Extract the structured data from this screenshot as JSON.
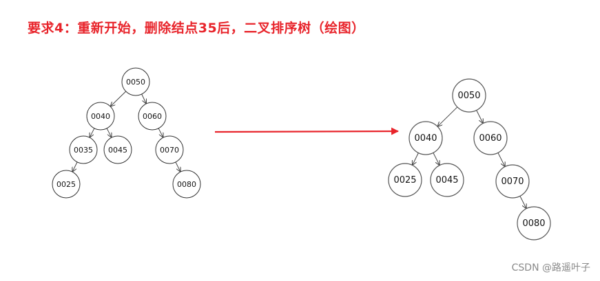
{
  "heading": "要求4：重新开始，删除结点35后，二叉排序树（绘图）",
  "watermark": "CSDN @路遥叶子",
  "colors": {
    "heading": "#e8242b",
    "arrow": "#e8242b",
    "node_stroke": "#333333"
  },
  "before_tree": {
    "nodes": [
      {
        "id": "b50",
        "label": "0050"
      },
      {
        "id": "b40",
        "label": "0040"
      },
      {
        "id": "b60",
        "label": "0060"
      },
      {
        "id": "b35",
        "label": "0035"
      },
      {
        "id": "b45",
        "label": "0045"
      },
      {
        "id": "b70",
        "label": "0070"
      },
      {
        "id": "b25",
        "label": "0025"
      },
      {
        "id": "b80",
        "label": "0080"
      }
    ],
    "edges": [
      [
        "b50",
        "b40"
      ],
      [
        "b50",
        "b60"
      ],
      [
        "b40",
        "b35"
      ],
      [
        "b40",
        "b45"
      ],
      [
        "b60",
        "b70"
      ],
      [
        "b35",
        "b25"
      ],
      [
        "b70",
        "b80"
      ]
    ]
  },
  "after_tree": {
    "nodes": [
      {
        "id": "a50",
        "label": "0050"
      },
      {
        "id": "a40",
        "label": "0040"
      },
      {
        "id": "a60",
        "label": "0060"
      },
      {
        "id": "a25",
        "label": "0025"
      },
      {
        "id": "a45",
        "label": "0045"
      },
      {
        "id": "a70",
        "label": "0070"
      },
      {
        "id": "a80",
        "label": "0080"
      }
    ],
    "edges": [
      [
        "a50",
        "a40"
      ],
      [
        "a50",
        "a60"
      ],
      [
        "a40",
        "a25"
      ],
      [
        "a40",
        "a45"
      ],
      [
        "a60",
        "a70"
      ],
      [
        "a70",
        "a80"
      ]
    ]
  }
}
